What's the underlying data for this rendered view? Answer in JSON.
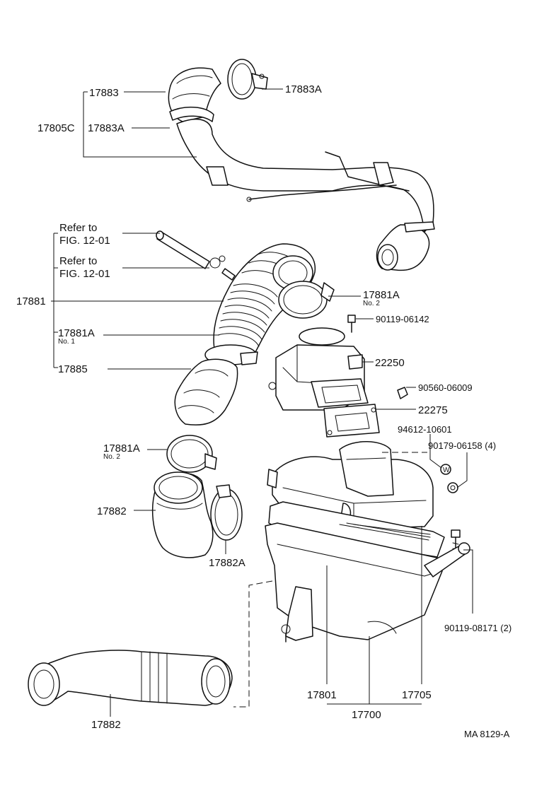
{
  "labels": {
    "l17883": "17883",
    "l17883a_top": "17883A",
    "l17805c": "17805C",
    "l17883a_mid": "17883A",
    "refer1_a": "Refer to",
    "refer1_b": "FIG. 12-01",
    "refer2_a": "Refer to",
    "refer2_b": "FIG. 12-01",
    "l17881": "17881",
    "l17881a_right": "17881A",
    "no2_right": "No. 2",
    "l90119_06142": "90119-06142",
    "l17881a_no1": "17881A",
    "no1": "No. 1",
    "l22250": "22250",
    "l17885": "17885",
    "l90560": "90560-06009",
    "l22275": "22275",
    "l94612": "94612-10601",
    "l90179": "90179-06158 (4)",
    "l17881a_left": "17881A",
    "no2_left": "No. 2",
    "l17882_mid": "17882",
    "l17882a": "17882A",
    "l90119_08171": "90119-08171 (2)",
    "l17801": "17801",
    "l17705": "17705",
    "l17882_bot": "17882",
    "l17700": "17700",
    "ref_code": "MA  8129-A"
  }
}
